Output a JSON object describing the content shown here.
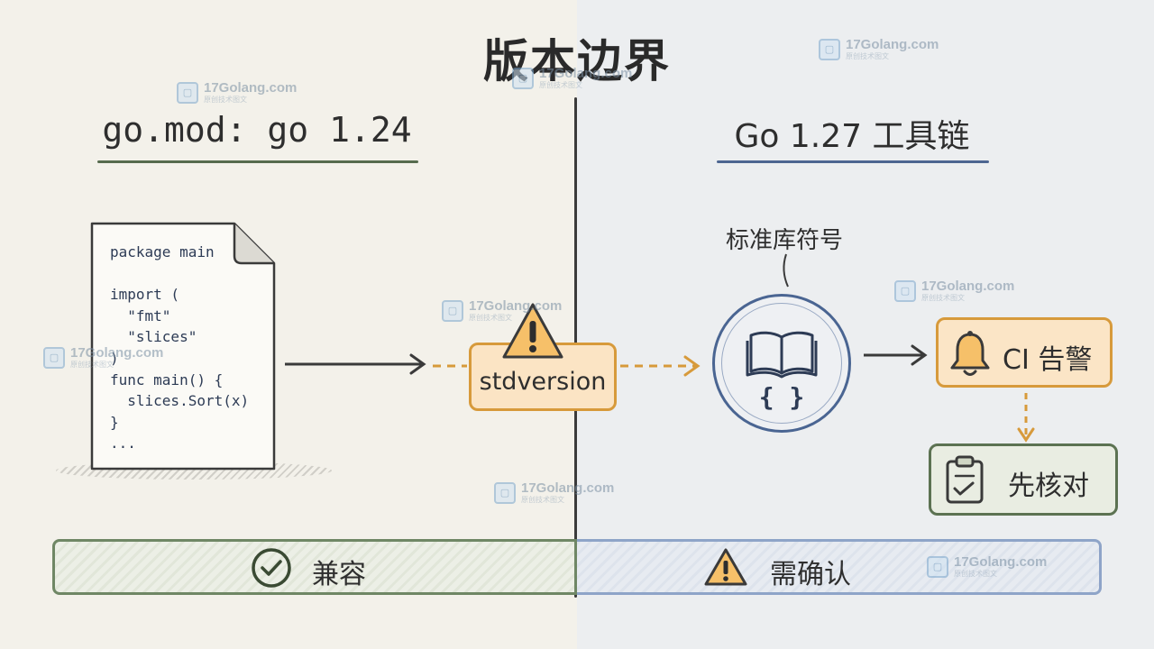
{
  "title": "版本边界",
  "left": {
    "heading": "go.mod: go 1.24",
    "code": "package main\n\nimport (\n  \"fmt\"\n  \"slices\"\n)\nfunc main() {\n  slices.Sort(x)\n}\n..."
  },
  "middle": {
    "tool_label": "stdversion",
    "icon": "warning-icon"
  },
  "right": {
    "heading": "Go 1.27 工具链",
    "stdlib_label": "标准库符号",
    "stdlib_braces": "{ }",
    "ci_label": "CI 告警",
    "check_label": "先核对"
  },
  "bottom": {
    "compatible_label": "兼容",
    "confirm_label": "需确认"
  },
  "watermark": {
    "text": "17Golang.com",
    "sub": "原创技术图文"
  },
  "colors": {
    "green": "#5c7252",
    "blue": "#4a6592",
    "orange": "#d79a3b"
  }
}
